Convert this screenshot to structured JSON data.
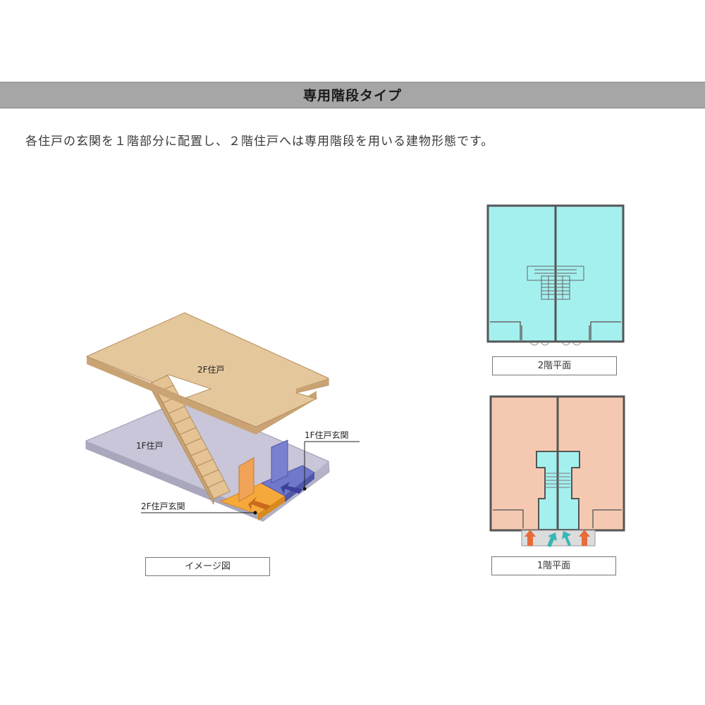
{
  "header": {
    "title": "専用階段タイプ"
  },
  "description": "各住戸の玄関を１階部分に配置し、２階住戸へは専用階段を用いる建物形態です。",
  "isometric": {
    "label_2f_unit": "2F住戸",
    "label_1f_unit": "1F住戸",
    "label_1f_entrance": "1F住戸玄関",
    "label_2f_entrance": "2F住戸玄関",
    "caption": "イメージ図"
  },
  "plans": {
    "floor2_caption": "2階平面",
    "floor1_caption": "1階平面"
  },
  "colors": {
    "title_bar": "#a6a6a6",
    "floor2_slab": "#e5c79c",
    "floor1_slab": "#c8c6d8",
    "entrance_orange": "#f5a93a",
    "entrance_blue": "#6f78c9",
    "plan2_fill": "#a4f0ef",
    "plan1_fill": "#f5c9b1",
    "plan1_stair_fill": "#a4f0ef"
  }
}
